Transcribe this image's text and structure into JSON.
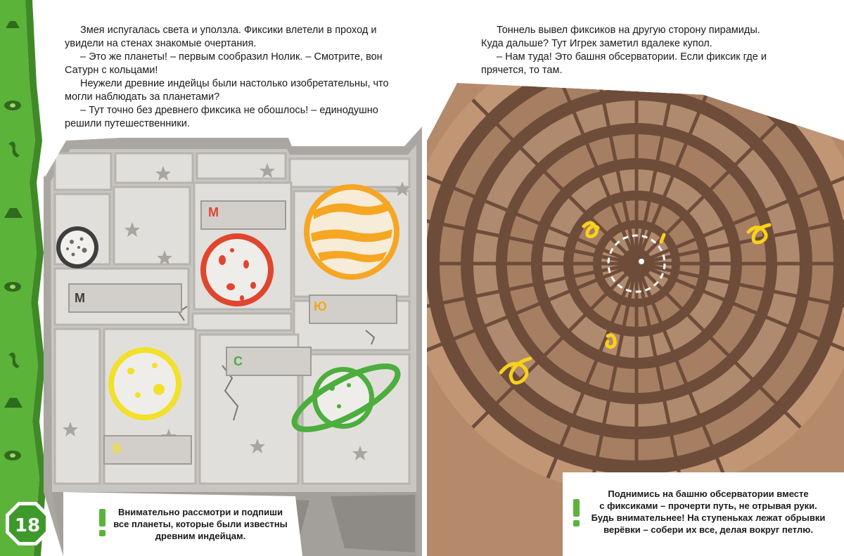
{
  "left_page": {
    "paragraphs": [
      "Змея испугалась света и уползла. Фиксики влетели в проход и увидели на стенах знакомые очертания.",
      "– Это же планеты! – первым сообразил Нолик. – Смотрите, вон Сатурн с кольцами!",
      "Неужели древние индейцы были настолько изобретательны, что могли наблюдать за планетами?",
      "– Тут точно без древнего фиксика не обошлось! – единодушно решили путешественники."
    ],
    "planet_labels": [
      "М",
      "М",
      "Ю",
      "С",
      "В"
    ],
    "task_lines": [
      "Внимательно рассмотри и подпиши",
      "все планеты, которые были известны",
      "древним индейцам."
    ],
    "page_number": "18",
    "colors": {
      "border_green": "#5bb33a",
      "wall": "#d9d7d3",
      "mars": "#e0452e",
      "jupiter": "#f5a623",
      "venus": "#f2e02a",
      "saturn": "#4cae3c",
      "mercury": "#3e3e3e"
    }
  },
  "right_page": {
    "paragraphs": [
      "Тоннель вывел фиксиков на другую сторону пирамиды. Куда дальше? Тут Игрек заметил вдалеке купол.",
      "– Нам туда! Это башня обсерватории. Если фиксик где и прячется, то там."
    ],
    "task_lines": [
      "Поднимись на башню обсерватории вместе",
      "с фиксиками – прочерти путь, не отрывая руки.",
      "Будь внимательнее! На ступеньках лежат обрывки",
      "верёвки – собери их все, делая вокруг петлю."
    ],
    "task_marker": "!",
    "colors": {
      "stone": "#b58a6b",
      "dark": "#6e4c3a",
      "rope": "#f7d21a"
    }
  }
}
